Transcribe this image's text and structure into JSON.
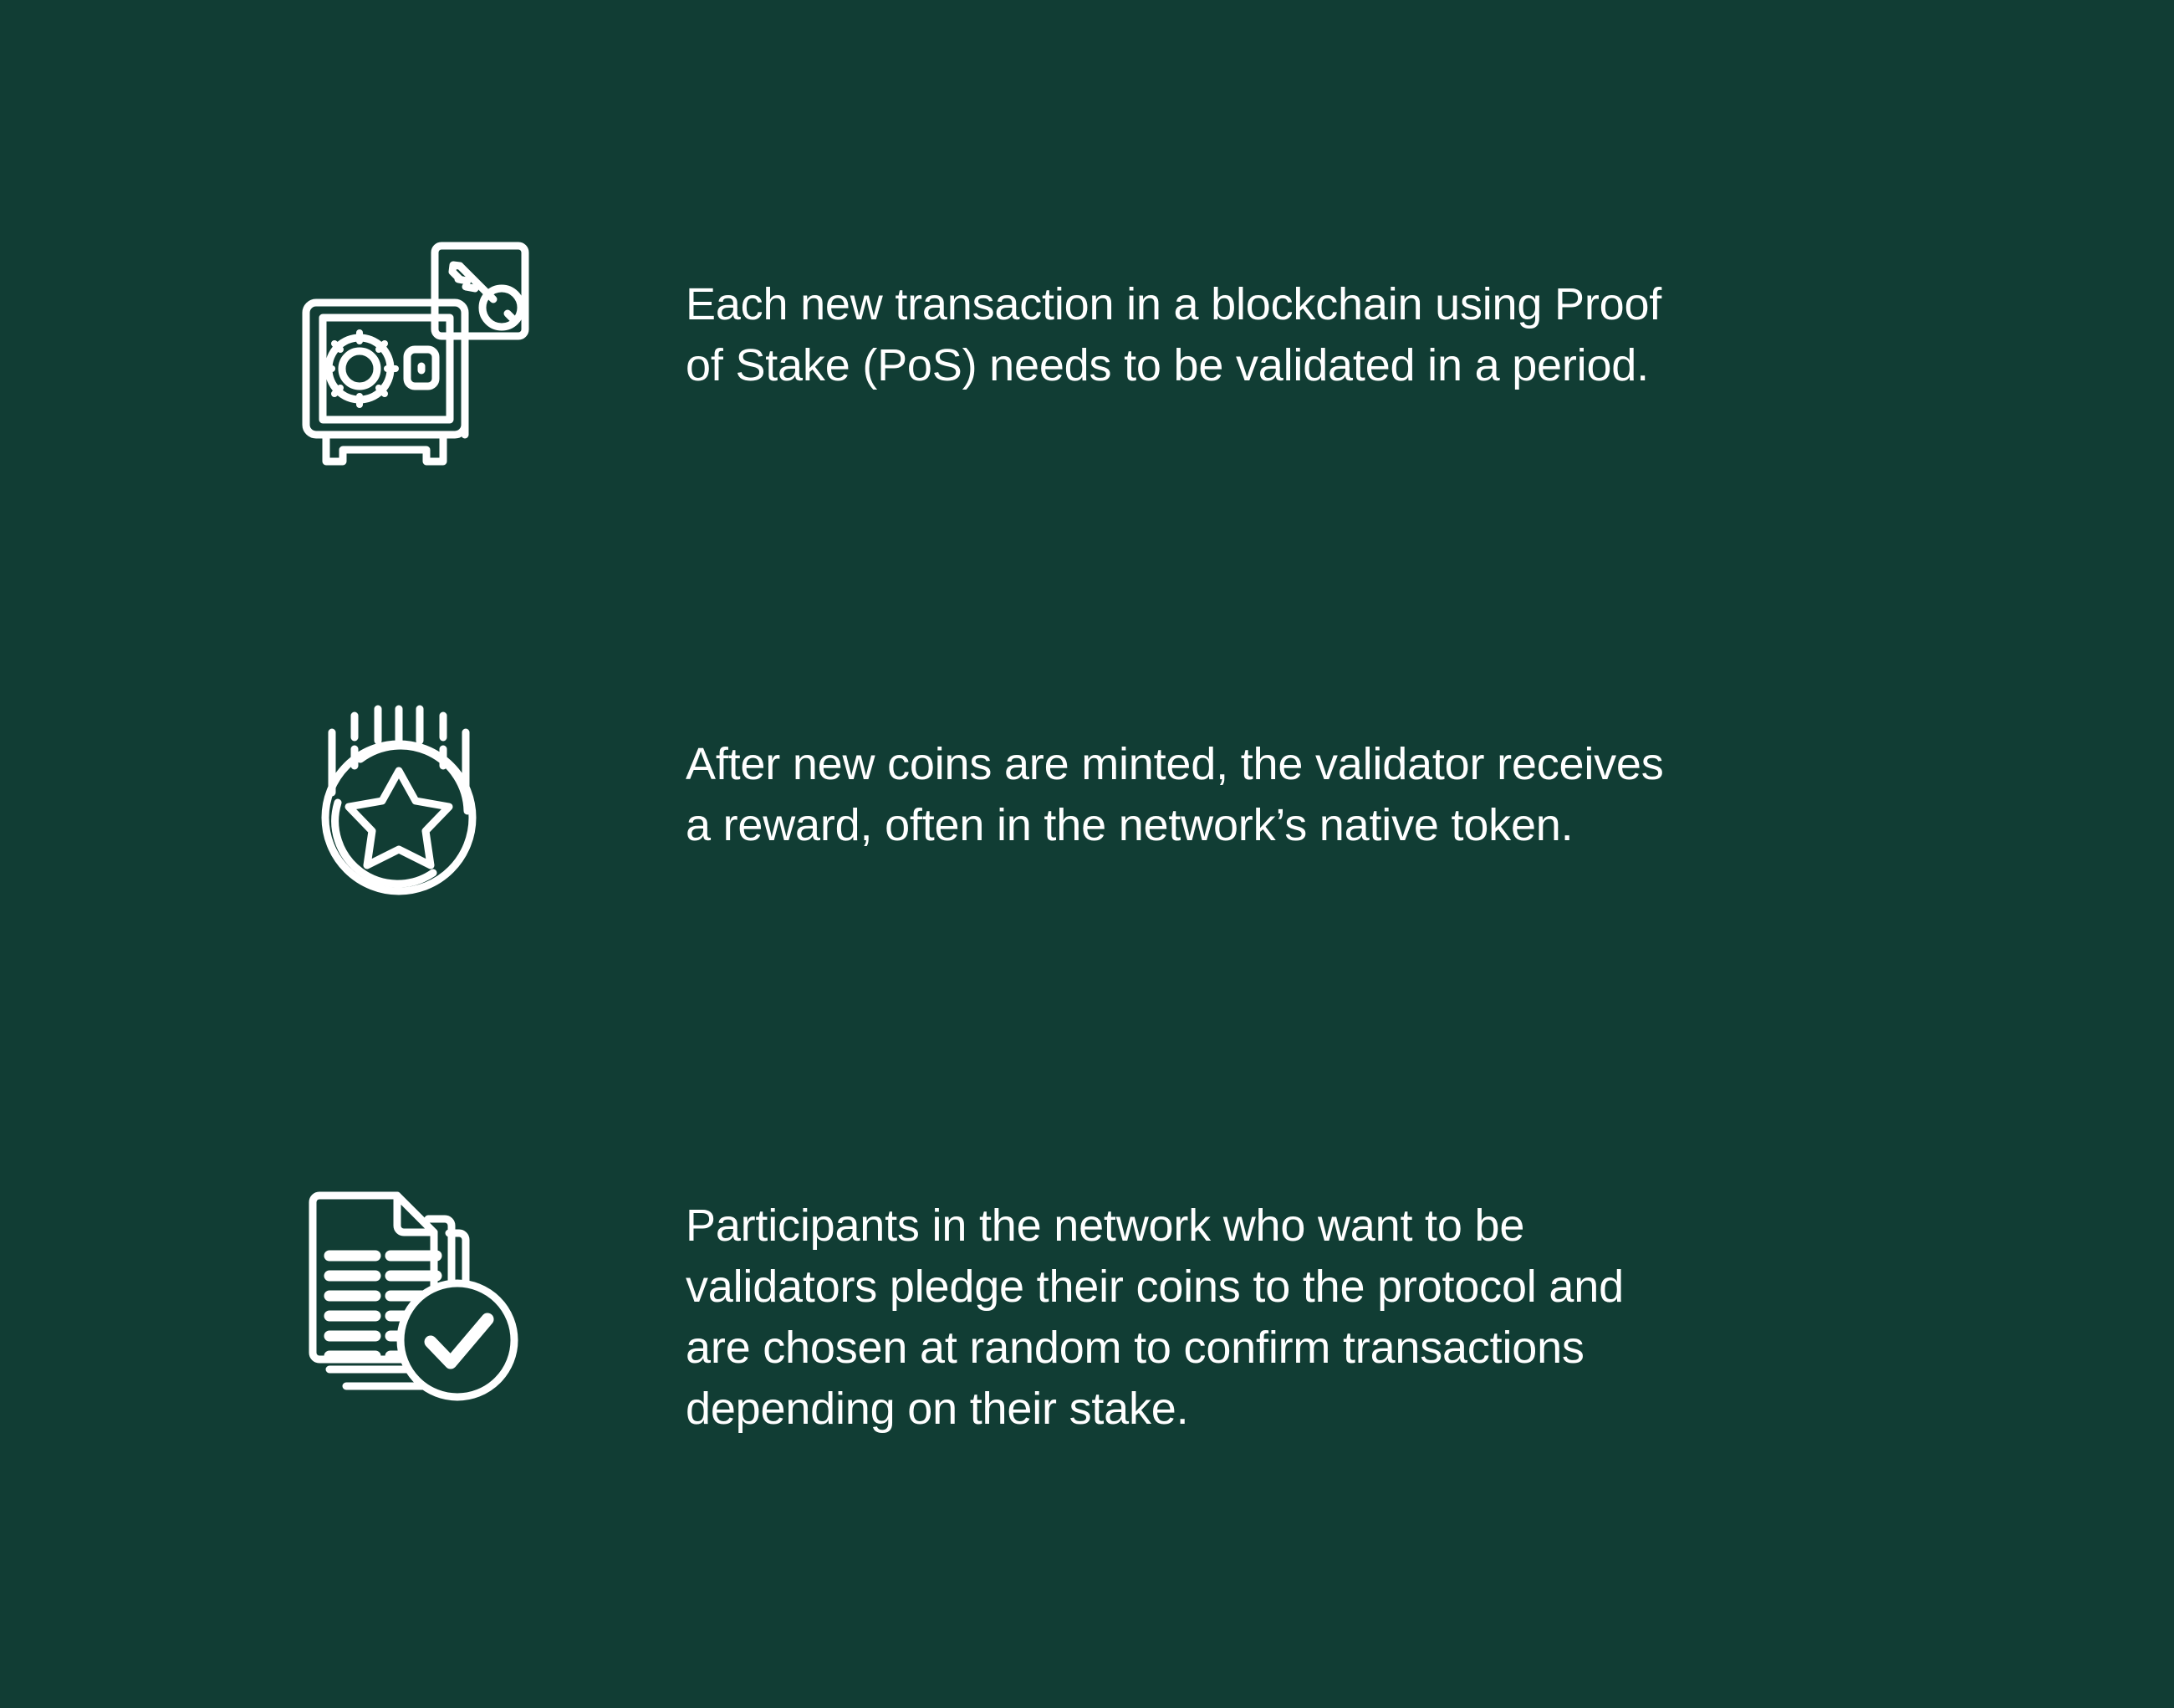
{
  "theme": {
    "background_color": "#113d34",
    "icon_stroke_color": "#ffffff",
    "text_color": "#ffffff"
  },
  "blocks": [
    {
      "icon_name": "safe-vault-with-key-icon",
      "text": "Each new transaction in a blockchain using Proof\nof Stake (PoS) needs to be validated in a period."
    },
    {
      "icon_name": "medal-coin-star-icon",
      "text": "After new coins are minted, the validator receives\na reward, often in the network’s native token."
    },
    {
      "icon_name": "documents-check-icon",
      "text": "Participants in the network who want to be\nvalidators pledge their coins to the protocol and\nare chosen at random to confirm transactions\ndepending on their stake."
    }
  ]
}
